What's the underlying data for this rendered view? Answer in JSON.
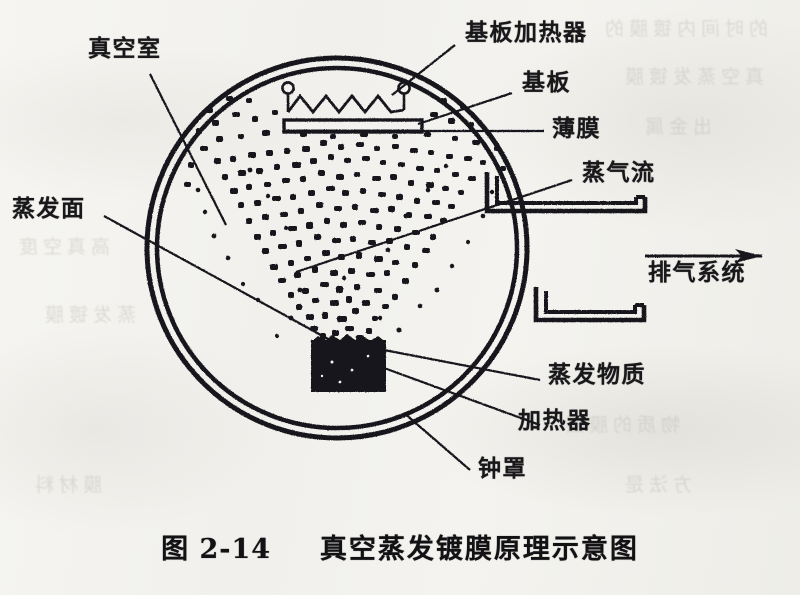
{
  "figure": {
    "caption_number": "图 2-14",
    "caption_title": "真空蒸发镀膜原理示意图",
    "type": "schematic-diagram",
    "subject": "vacuum evaporation thin-film deposition principle"
  },
  "labels": {
    "vacuum_chamber": "真空室",
    "evaporation_surface": "蒸发面",
    "substrate_heater": "基板加热器",
    "substrate": "基板",
    "thin_film": "薄膜",
    "vapor_stream": "蒸气流",
    "exhaust_system": "排气系统",
    "evaporation_material": "蒸发物质",
    "heater": "加热器",
    "bell_jar": "钟罩"
  },
  "parts": [
    {
      "id": "vacuum-chamber",
      "label": "真空室",
      "side": "left"
    },
    {
      "id": "evaporation-surface",
      "label": "蒸发面",
      "side": "left"
    },
    {
      "id": "substrate-heater",
      "label": "基板加热器",
      "side": "right"
    },
    {
      "id": "substrate",
      "label": "基板",
      "side": "right"
    },
    {
      "id": "thin-film",
      "label": "薄膜",
      "side": "right"
    },
    {
      "id": "vapor-stream",
      "label": "蒸气流",
      "side": "right"
    },
    {
      "id": "exhaust-system",
      "label": "排气系统",
      "side": "right"
    },
    {
      "id": "evaporation-material",
      "label": "蒸发物质",
      "side": "right"
    },
    {
      "id": "heater",
      "label": "加热器",
      "side": "right"
    },
    {
      "id": "bell-jar",
      "label": "钟罩",
      "side": "right"
    }
  ],
  "colors": {
    "paper": "#f3f2ee",
    "ink": "#18171a",
    "ghost_text": "#b9b7ae"
  },
  "ghost_bleed_text": [
    "的时间内镀膜的",
    "真空蒸发镀膜",
    "出金属",
    "高真空度",
    "物质的膜层",
    "蒸发镀膜",
    "方法是",
    "膜材料"
  ]
}
